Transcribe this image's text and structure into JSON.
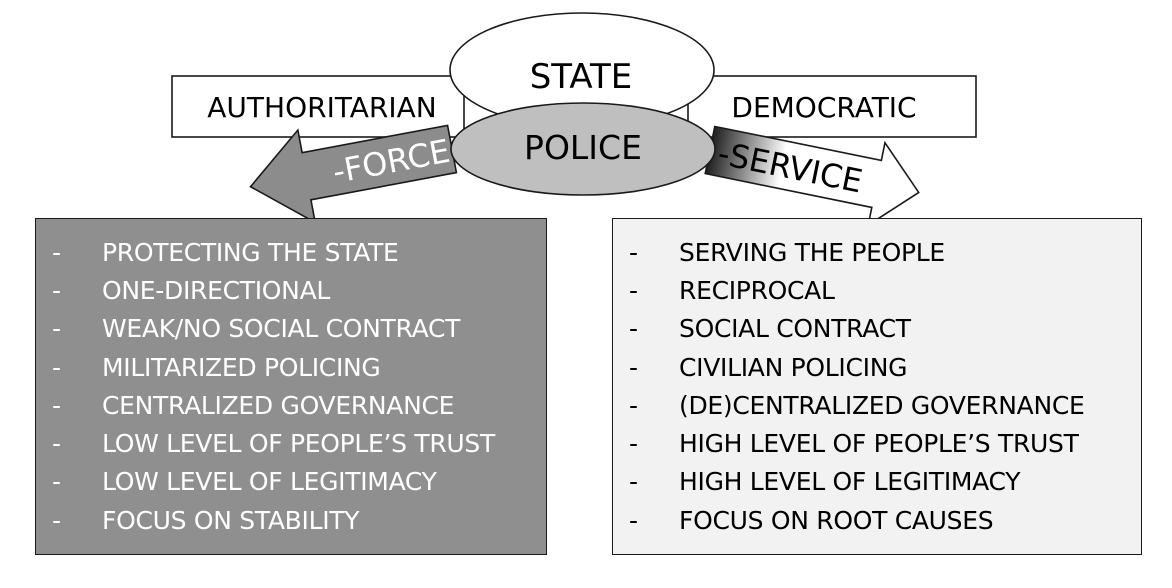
{
  "diagram": {
    "state_label": "STATE",
    "police_label": "POLICE",
    "authoritarian_label": "AUTHORITARIAN",
    "democratic_label": "DEMOCRATIC",
    "force_label": "-FORCE",
    "service_label": "-SERVICE",
    "bullet_marker": "-",
    "authoritarian_items": [
      "PROTECTING THE STATE",
      "ONE-DIRECTIONAL",
      "WEAK/NO SOCIAL CONTRACT",
      "MILITARIZED POLICING",
      "CENTRALIZED GOVERNANCE",
      "LOW LEVEL OF PEOPLE’S TRUST",
      "LOW LEVEL OF LEGITIMACY",
      "FOCUS ON STABILITY"
    ],
    "democratic_items": [
      "SERVING THE PEOPLE",
      "RECIPROCAL",
      "SOCIAL CONTRACT",
      "CIVILIAN POLICING",
      "(DE)CENTRALIZED GOVERNANCE",
      "HIGH LEVEL OF PEOPLE’S TRUST",
      "HIGH LEVEL OF LEGITIMACY",
      "FOCUS ON ROOT CAUSES"
    ],
    "colors": {
      "dark_box_fill": "#8f8f8f",
      "light_box_fill": "#f2f2f2",
      "police_fill": "#bfbfbf",
      "force_arrow_fill": "#8c8c8c",
      "service_arrow_fill": "#ffffff",
      "service_arrow_gradient_end": "#1f1f1f",
      "outline": "#1a1a1a"
    }
  }
}
